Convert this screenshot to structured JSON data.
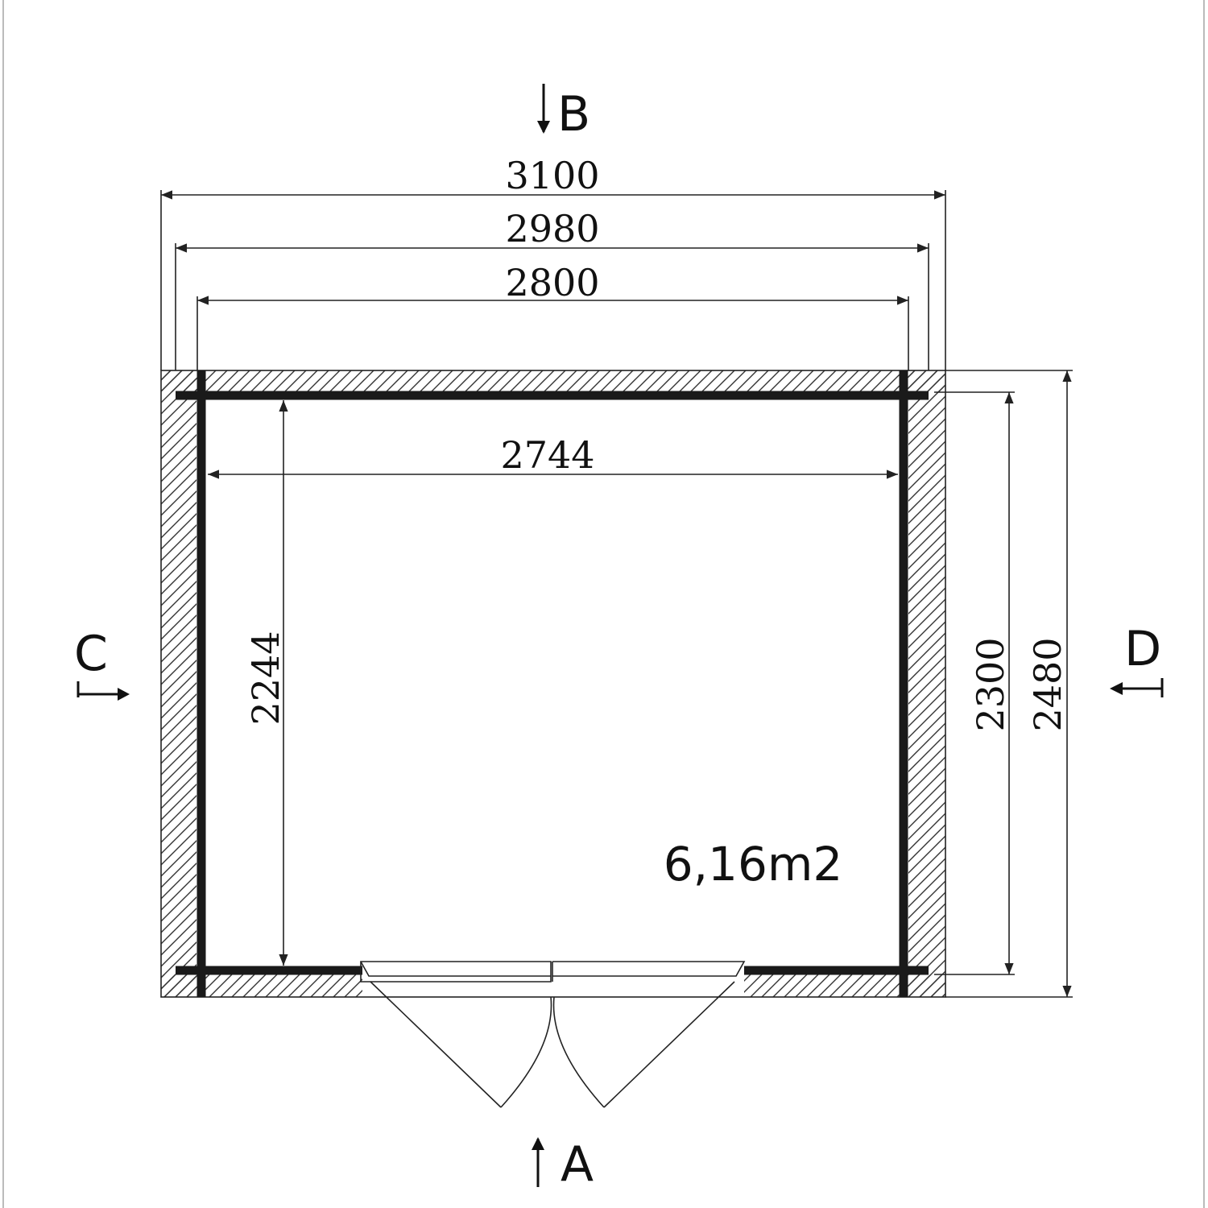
{
  "plan": {
    "view_labels": {
      "top": "B",
      "bottom": "A",
      "left": "C",
      "right": "D"
    },
    "dimensions": {
      "outer_width": "3100",
      "wall_width": "2980",
      "frame_width": "2800",
      "inner_width": "2744",
      "inner_depth": "2244",
      "wall_depth": "2300",
      "outer_depth": "2480"
    },
    "area": "6,16m2",
    "colors": {
      "line": "#111111",
      "background": "#ffffff"
    }
  }
}
